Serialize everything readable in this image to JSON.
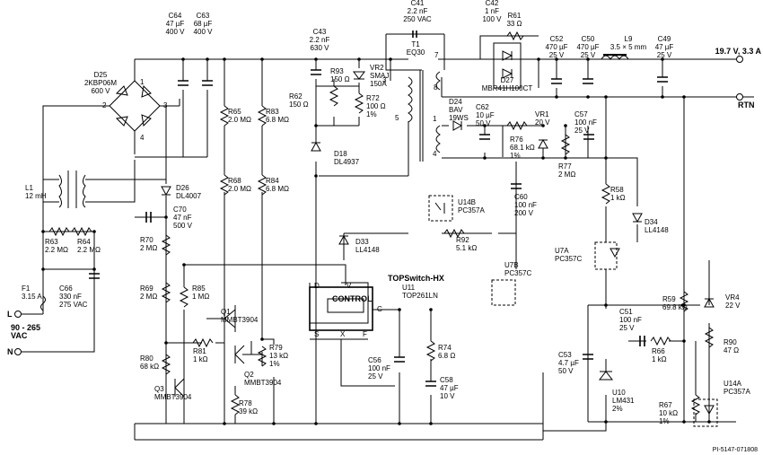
{
  "labels": [
    {
      "name": "c64-label",
      "lines": [
        "C64",
        "47 µF",
        "400 V"
      ]
    },
    {
      "name": "c63-label",
      "lines": [
        "C63",
        "68 µF",
        "400 V"
      ]
    },
    {
      "name": "d25-label",
      "lines": [
        "D25",
        "2KBP06M",
        "600 V"
      ]
    },
    {
      "name": "bridge-pin-1",
      "lines": [
        "1"
      ]
    },
    {
      "name": "bridge-pin-2",
      "lines": [
        "2"
      ]
    },
    {
      "name": "bridge-pin-3",
      "lines": [
        "3"
      ]
    },
    {
      "name": "bridge-pin-4",
      "lines": [
        "4"
      ]
    },
    {
      "name": "r65-label",
      "lines": [
        "R65",
        "2.0 MΩ"
      ]
    },
    {
      "name": "r83-label",
      "lines": [
        "R83",
        "6.8 MΩ"
      ]
    },
    {
      "name": "c43-label",
      "lines": [
        "C43",
        "2.2 nF",
        "630 V"
      ]
    },
    {
      "name": "r93-label",
      "lines": [
        "R93",
        "150 Ω"
      ]
    },
    {
      "name": "vr2-label",
      "lines": [
        "VR2",
        "SMAJ",
        "150A"
      ]
    },
    {
      "name": "r62-label",
      "lines": [
        "R62",
        "150 Ω"
      ]
    },
    {
      "name": "r72-label",
      "lines": [
        "R72",
        "100 Ω",
        "1%"
      ]
    },
    {
      "name": "c41-label",
      "lines": [
        "C41",
        "2.2 nF",
        "250 VAC"
      ]
    },
    {
      "name": "t1-label",
      "lines": [
        "T1",
        "EQ30"
      ]
    },
    {
      "name": "c42-label",
      "lines": [
        "C42",
        "1 nF",
        "100 V"
      ]
    },
    {
      "name": "r61-label",
      "lines": [
        "R61",
        "33 Ω"
      ]
    },
    {
      "name": "d27-label",
      "lines": [
        "D27",
        "MBR41H100CT"
      ]
    },
    {
      "name": "c52-label",
      "lines": [
        "C52",
        "470 µF",
        "25 V"
      ]
    },
    {
      "name": "c50-label",
      "lines": [
        "C50",
        "470 µF",
        "25 V"
      ]
    },
    {
      "name": "l9-label",
      "lines": [
        "L9",
        "3.5 × 5 mm"
      ]
    },
    {
      "name": "c49-label",
      "lines": [
        "C49",
        "47 µF",
        "25 V"
      ]
    },
    {
      "name": "output-label",
      "lines": [
        "19.7 V, 3.3 A"
      ]
    },
    {
      "name": "rtn-label",
      "lines": [
        "RTN"
      ]
    },
    {
      "name": "t1-pin-3",
      "lines": [
        "3"
      ]
    },
    {
      "name": "t1-pin-7",
      "lines": [
        "7"
      ]
    },
    {
      "name": "t1-pin-8",
      "lines": [
        "8"
      ]
    },
    {
      "name": "t1-pin-5",
      "lines": [
        "5"
      ]
    },
    {
      "name": "t1-pin-1",
      "lines": [
        "1"
      ]
    },
    {
      "name": "t1-pin-4",
      "lines": [
        "4"
      ]
    },
    {
      "name": "d24-label",
      "lines": [
        "D24",
        "BAV",
        "19WS"
      ]
    },
    {
      "name": "c62-label",
      "lines": [
        "C62",
        "10 µF",
        "50 V"
      ]
    },
    {
      "name": "vr1-label",
      "lines": [
        "VR1",
        "20 V"
      ]
    },
    {
      "name": "c57-label",
      "lines": [
        "C57",
        "100 nF",
        "25 V"
      ]
    },
    {
      "name": "r76-label",
      "lines": [
        "R76",
        "68.1 kΩ",
        "1%"
      ]
    },
    {
      "name": "r77-label",
      "lines": [
        "R77",
        "2 MΩ"
      ]
    },
    {
      "name": "d18-label",
      "lines": [
        "D18",
        "DL4937"
      ]
    },
    {
      "name": "l1-label",
      "lines": [
        "L1",
        "12 mH"
      ]
    },
    {
      "name": "d26-label",
      "lines": [
        "D26",
        "DL4007"
      ]
    },
    {
      "name": "r68-label",
      "lines": [
        "R68",
        "2.0 MΩ"
      ]
    },
    {
      "name": "r84-label",
      "lines": [
        "R84",
        "6.8 MΩ"
      ]
    },
    {
      "name": "u14b-label",
      "lines": [
        "U14B",
        "PC357A"
      ]
    },
    {
      "name": "c60-label",
      "lines": [
        "C60",
        "100 nF",
        "200 V"
      ]
    },
    {
      "name": "r58-label",
      "lines": [
        "R58",
        "1 kΩ"
      ]
    },
    {
      "name": "d34-label",
      "lines": [
        "D34",
        "LL4148"
      ]
    },
    {
      "name": "c70-label",
      "lines": [
        "C70",
        "47 nF",
        "500 V"
      ]
    },
    {
      "name": "r63-label",
      "lines": [
        "R63",
        "2.2 MΩ"
      ]
    },
    {
      "name": "r64-label",
      "lines": [
        "R64",
        "2.2 MΩ"
      ]
    },
    {
      "name": "r70-label",
      "lines": [
        "R70",
        "2 MΩ"
      ]
    },
    {
      "name": "d33-label",
      "lines": [
        "D33",
        "LL4148"
      ]
    },
    {
      "name": "r92-label",
      "lines": [
        "R92",
        "5.1 kΩ"
      ]
    },
    {
      "name": "u7a-label",
      "lines": [
        "U7A",
        "PC357C"
      ]
    },
    {
      "name": "u7b-label",
      "lines": [
        "U7B",
        "PC357C"
      ]
    },
    {
      "name": "f1-label",
      "lines": [
        "F1",
        "3.15 A"
      ]
    },
    {
      "name": "c66-label",
      "lines": [
        "C66",
        "330 nF",
        "275 VAC"
      ]
    },
    {
      "name": "r69-label",
      "lines": [
        "R69",
        "2 MΩ"
      ]
    },
    {
      "name": "r85-label",
      "lines": [
        "R85",
        "1 MΩ"
      ]
    },
    {
      "name": "topswitch-title",
      "lines": [
        "TOPSwitch-HX"
      ]
    },
    {
      "name": "u11-label",
      "lines": [
        "U11",
        "TOP261LN"
      ]
    },
    {
      "name": "u11-pin-d",
      "lines": [
        "D"
      ]
    },
    {
      "name": "u11-pin-v",
      "lines": [
        "V"
      ]
    },
    {
      "name": "u11-control-label",
      "lines": [
        "CONTROL"
      ]
    },
    {
      "name": "u11-pin-c",
      "lines": [
        "C"
      ]
    },
    {
      "name": "u11-pin-s",
      "lines": [
        "S"
      ]
    },
    {
      "name": "u11-pin-x",
      "lines": [
        "X"
      ]
    },
    {
      "name": "u11-pin-f",
      "lines": [
        "F"
      ]
    },
    {
      "name": "q1-label",
      "lines": [
        "Q1",
        "MMBT3904"
      ]
    },
    {
      "name": "terminal-l-label",
      "lines": [
        "L"
      ]
    },
    {
      "name": "input-voltage-label",
      "lines": [
        "90 - 265",
        "VAC"
      ]
    },
    {
      "name": "terminal-n-label",
      "lines": [
        "N"
      ]
    },
    {
      "name": "r81-label",
      "lines": [
        "R81",
        "1 kΩ"
      ]
    },
    {
      "name": "r79-label",
      "lines": [
        "R79",
        "13 kΩ",
        "1%"
      ]
    },
    {
      "name": "r74-label",
      "lines": [
        "R74",
        "6.8 Ω"
      ]
    },
    {
      "name": "c51-label",
      "lines": [
        "C51",
        "100 nF",
        "25 V"
      ]
    },
    {
      "name": "r59-label",
      "lines": [
        "R59",
        "69.8 kΩ"
      ]
    },
    {
      "name": "vr4-label",
      "lines": [
        "VR4",
        "22 V"
      ]
    },
    {
      "name": "r80-label",
      "lines": [
        "R80",
        "68 kΩ"
      ]
    },
    {
      "name": "c56-label",
      "lines": [
        "C56",
        "100 nF",
        "25 V"
      ]
    },
    {
      "name": "c58-label",
      "lines": [
        "C58",
        "47 µF",
        "10 V"
      ]
    },
    {
      "name": "q2-label",
      "lines": [
        "Q2",
        "MMBT3904"
      ]
    },
    {
      "name": "r66-label",
      "lines": [
        "R66",
        "1 kΩ"
      ]
    },
    {
      "name": "r90-label",
      "lines": [
        "R90",
        "47 Ω"
      ]
    },
    {
      "name": "c53-label",
      "lines": [
        "C53",
        "4.7 µF",
        "50 V"
      ]
    },
    {
      "name": "q3-label",
      "lines": [
        "Q3",
        "MMBT3904"
      ]
    },
    {
      "name": "u10-label",
      "lines": [
        "U10",
        "LM431",
        "2%"
      ]
    },
    {
      "name": "u14a-label",
      "lines": [
        "U14A",
        "PC357A"
      ]
    },
    {
      "name": "r78-label",
      "lines": [
        "R78",
        "39 kΩ"
      ]
    },
    {
      "name": "r67-label",
      "lines": [
        "R67",
        "10 kΩ",
        "1%"
      ]
    },
    {
      "name": "drawing-number",
      "lines": [
        "PI-5147-071808"
      ]
    }
  ]
}
